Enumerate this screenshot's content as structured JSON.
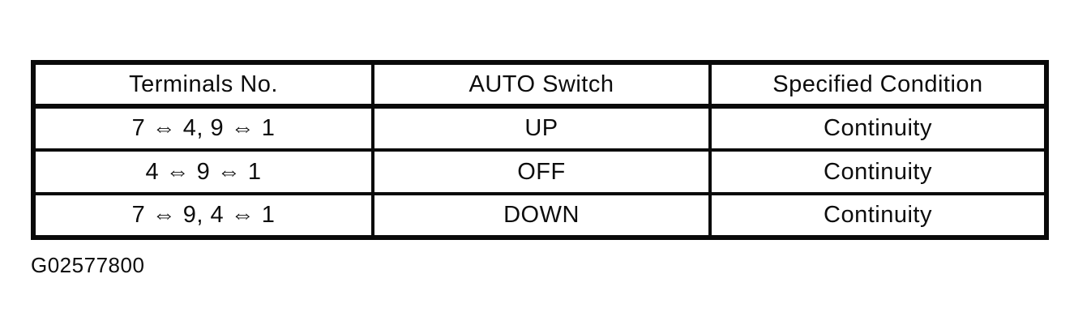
{
  "table": {
    "columns": [
      {
        "label": "Terminals No."
      },
      {
        "label": "AUTO Switch"
      },
      {
        "label": "Specified Condition"
      }
    ],
    "rows": [
      {
        "terminals": "7 ⇔ 4, 9 ⇔ 1",
        "auto_switch": "UP",
        "specified_condition": "Continuity"
      },
      {
        "terminals": "4 ⇔ 9 ⇔ 1",
        "auto_switch": "OFF",
        "specified_condition": "Continuity"
      },
      {
        "terminals": "7 ⇔ 9, 4 ⇔ 1",
        "auto_switch": "DOWN",
        "specified_condition": "Continuity"
      }
    ]
  },
  "figure_id": "G02577800",
  "colors": {
    "text": "#0d0d0d",
    "border": "#0a0a0a",
    "background": "#ffffff"
  }
}
